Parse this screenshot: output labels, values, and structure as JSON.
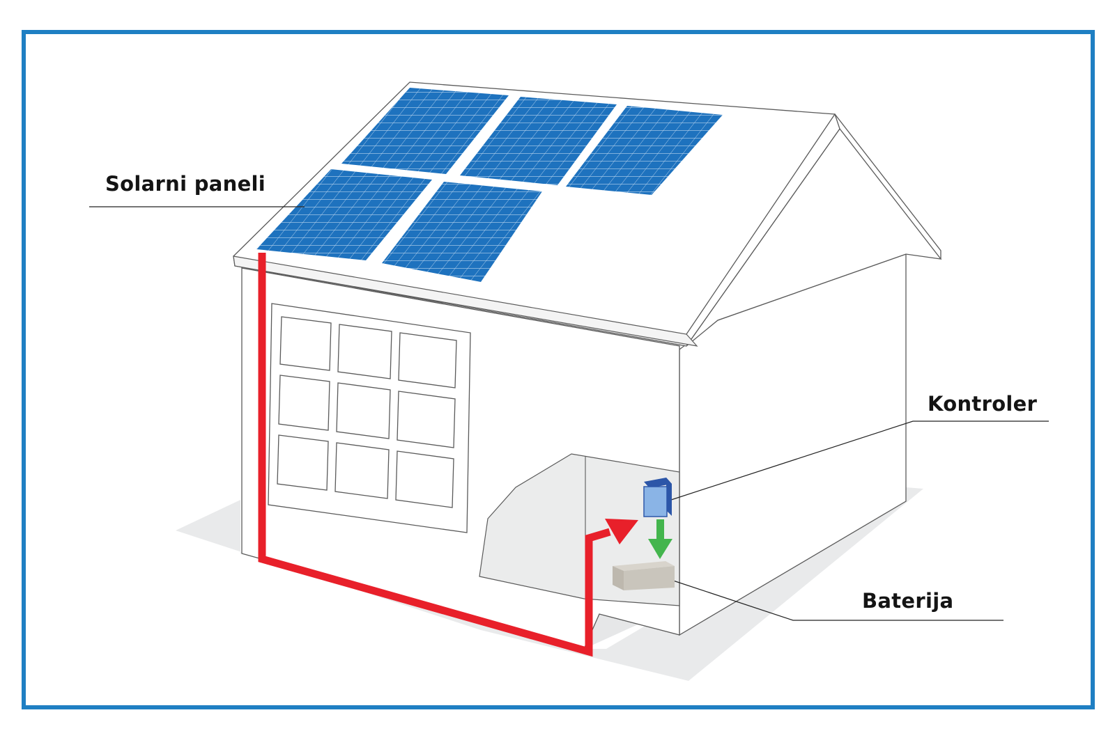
{
  "labels": {
    "solar_panels": "Solarni paneli",
    "controller": "Kontroler",
    "battery": "Baterija"
  },
  "colors": {
    "frame": "#1f7fc3",
    "panel": "#1e72be",
    "panel_cell_line": "#bcd6ef",
    "house_outline": "#5a5a5a",
    "ground": "#e9eaeb",
    "wire": "#e8202a",
    "arrow_down": "#43b54d",
    "controller_front": "#8ab4e6",
    "controller_side": "#2c56a8",
    "battery": "#c9c5bc"
  }
}
